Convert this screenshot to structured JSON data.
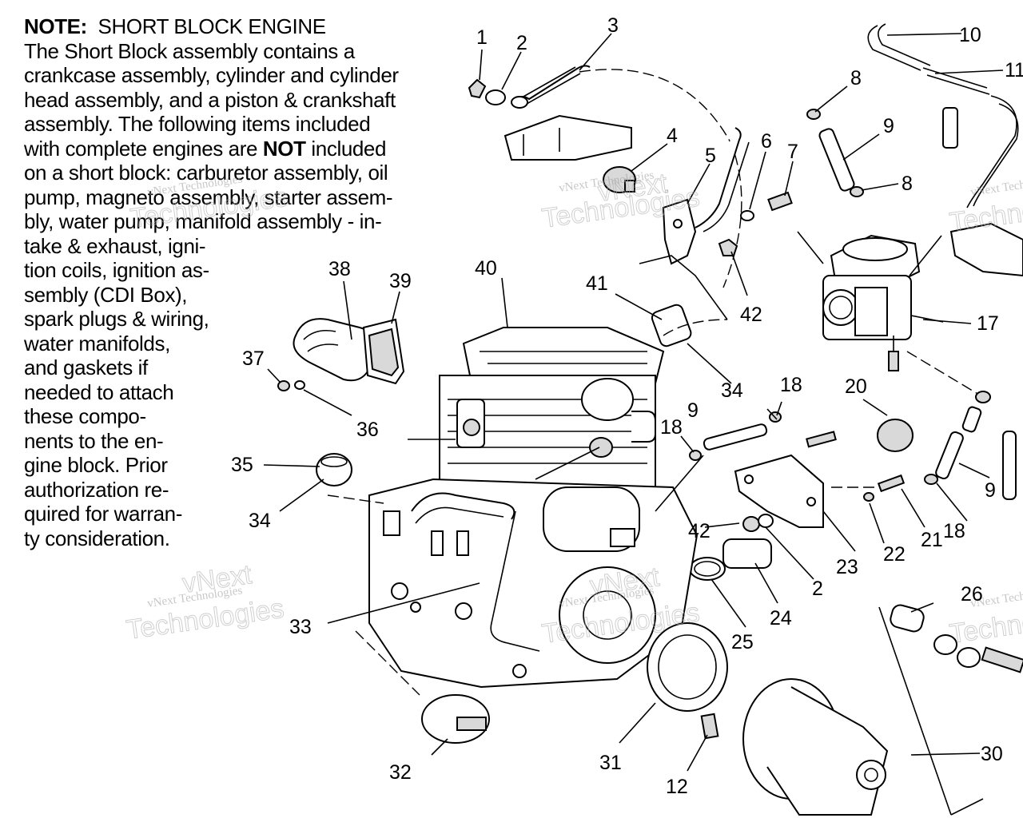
{
  "note": {
    "heading": "NOTE:",
    "subheading": "SHORT BLOCK ENGINE",
    "lines": [
      "The Short Block assembly contains a",
      "crankcase assembly, cylinder and cylinder",
      "head assembly, and a piston & crankshaft",
      "assembly.  The following items included",
      "with complete engines are NOT included",
      "on a short block: carburetor assembly, oil",
      "pump, magneto assembly, starter assem-",
      "bly, water pump, manifold assembly - in-",
      "take & exhaust, igni-",
      "tion coils, ignition as-",
      "sembly (CDI Box),",
      "spark plugs & wiring,",
      "water manifolds,",
      "and gaskets if",
      "needed to attach",
      "these compo-",
      "nents to the en-",
      "gine block.  Prior",
      "authorization re-",
      "quired for warran-",
      "ty consideration."
    ]
  },
  "callouts": {
    "c1": "1",
    "c2": "2",
    "c3": "3",
    "c4": "4",
    "c5": "5",
    "c6": "6",
    "c7": "7",
    "c8a": "8",
    "c8b": "8",
    "c9a": "9",
    "c9b": "9",
    "c9c": "9",
    "c10": "10",
    "c11": "11",
    "c17": "17",
    "c18a": "18",
    "c18b": "18",
    "c18c": "18",
    "c20": "20",
    "c21": "21",
    "c22": "22",
    "c23": "23",
    "c2b": "2",
    "c24": "24",
    "c25": "25",
    "c26": "26",
    "c30": "30",
    "c31": "31",
    "c12": "12",
    "c32": "32",
    "c33": "33",
    "c34a": "34",
    "c34b": "34",
    "c35": "35",
    "c36": "36",
    "c37": "37",
    "c38": "38",
    "c39": "39",
    "c40": "40",
    "c41": "41",
    "c42a": "42",
    "c42b": "42"
  },
  "watermark": {
    "line1": "vNext",
    "line2": "Technologies",
    "small": "vNext Technologies"
  }
}
